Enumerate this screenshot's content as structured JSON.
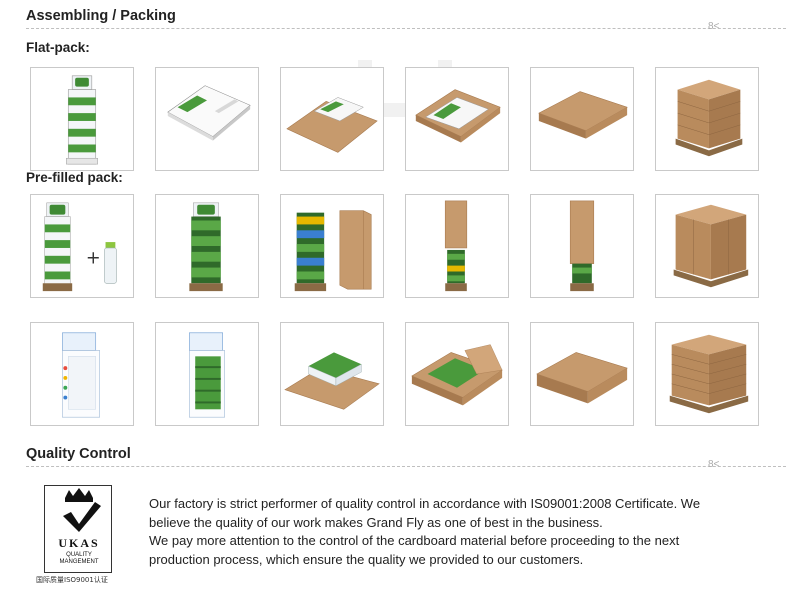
{
  "sections": {
    "assembling_title": "Assembling / Packing",
    "flat_pack_title": "Flat-pack:",
    "prefilled_title": "Pre-filled pack:",
    "quality_title": "Quality Control"
  },
  "divider_symbol": "8<",
  "flat_pack_steps": [
    "display-stand-assembled",
    "flat-printed-sheets",
    "sheets-on-carton-board",
    "sheets-in-open-carton",
    "sealed-flat-carton",
    "cartons-stacked-on-pallet"
  ],
  "prefilled_row1_steps": [
    "display-plus-bottle",
    "display-filled-with-bottles",
    "filled-display-beside-carton",
    "carton-sleeve-lowering",
    "carton-half-covering-display",
    "boxed-displays-on-pallet"
  ],
  "prefilled_row2_steps": [
    "empty-white-display",
    "filled-white-display",
    "tray-on-carton-board",
    "tray-in-open-carton",
    "sealed-flat-box",
    "flat-boxes-on-pallet"
  ],
  "certificate": {
    "word": "UKAS",
    "line1": "QUALITY",
    "line2": "MANGEMENT",
    "chinese_caption": "国际质量ISO9001认证"
  },
  "quality_paragraph_lines": [
    "Our factory is strict performer of quality control in accordance with IS09001:2008 Certificate. We",
    "believe the quality of our work makes Grand Fly as one of best in the business.",
    "We pay more attention to the control of the cardboard material before proceeding to the next",
    "production process, which ensure the quality we provided to our customers."
  ],
  "colors": {
    "cardboard": "#c69a6d",
    "cardboard_dark": "#a77a4f",
    "display_green": "#4a9a3c",
    "pallet": "#8a6a45",
    "divider": "#bfbfbf"
  }
}
